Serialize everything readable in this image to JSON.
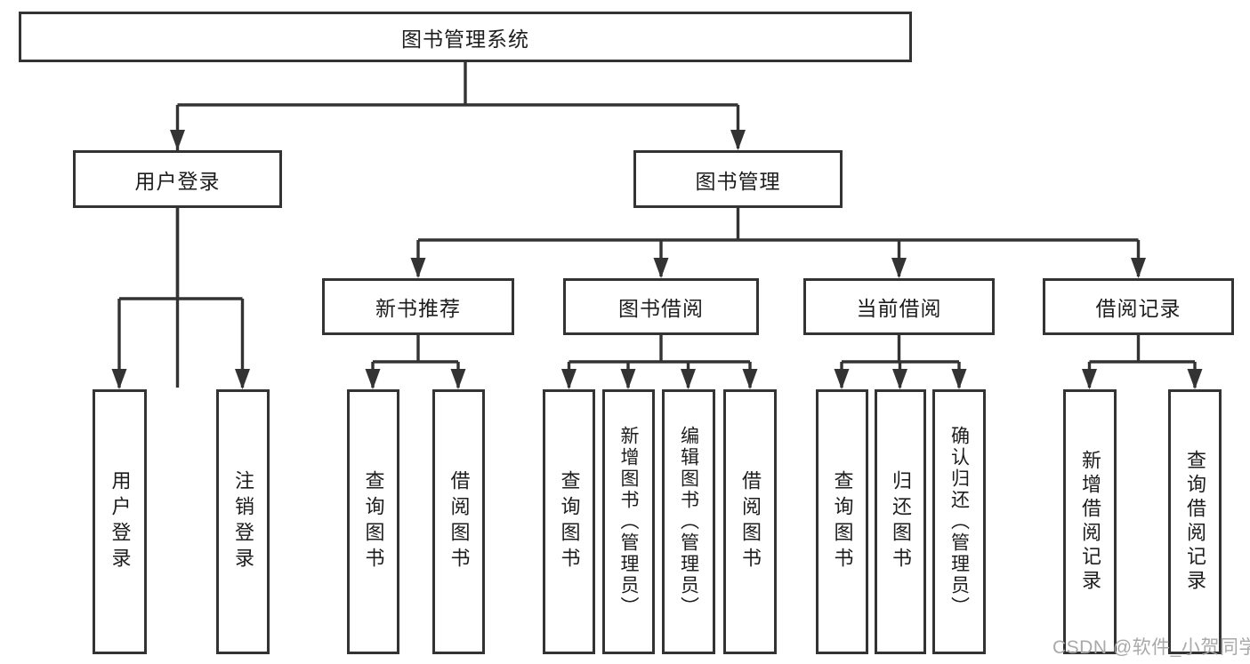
{
  "tree": {
    "root": {
      "label": "图书管理系统"
    },
    "children": [
      {
        "label": "用户登录",
        "children": [
          {
            "label": "用户登录"
          },
          {
            "label": "注销登录"
          }
        ]
      },
      {
        "label": "图书管理",
        "children": [
          {
            "label": "新书推荐",
            "children": [
              {
                "label": "查询图书"
              },
              {
                "label": "借阅图书"
              }
            ]
          },
          {
            "label": "图书借阅",
            "children": [
              {
                "label": "查询图书"
              },
              {
                "label": "新增图书（管理员）"
              },
              {
                "label": "编辑图书（管理员）"
              },
              {
                "label": "借阅图书"
              }
            ]
          },
          {
            "label": "当前借阅",
            "children": [
              {
                "label": "查询图书"
              },
              {
                "label": "归还图书"
              },
              {
                "label": "确认归还（管理员）"
              }
            ]
          },
          {
            "label": "借阅记录",
            "children": [
              {
                "label": "新增借阅记录"
              },
              {
                "label": "查询借阅记录"
              }
            ]
          }
        ]
      }
    ]
  },
  "watermark": {
    "text": "CSDN @软件_小贺同学"
  },
  "colors": {
    "line": "#333333",
    "text": "#1d1d1d",
    "watermark": "#a9a9a9",
    "background": "#ffffff"
  }
}
